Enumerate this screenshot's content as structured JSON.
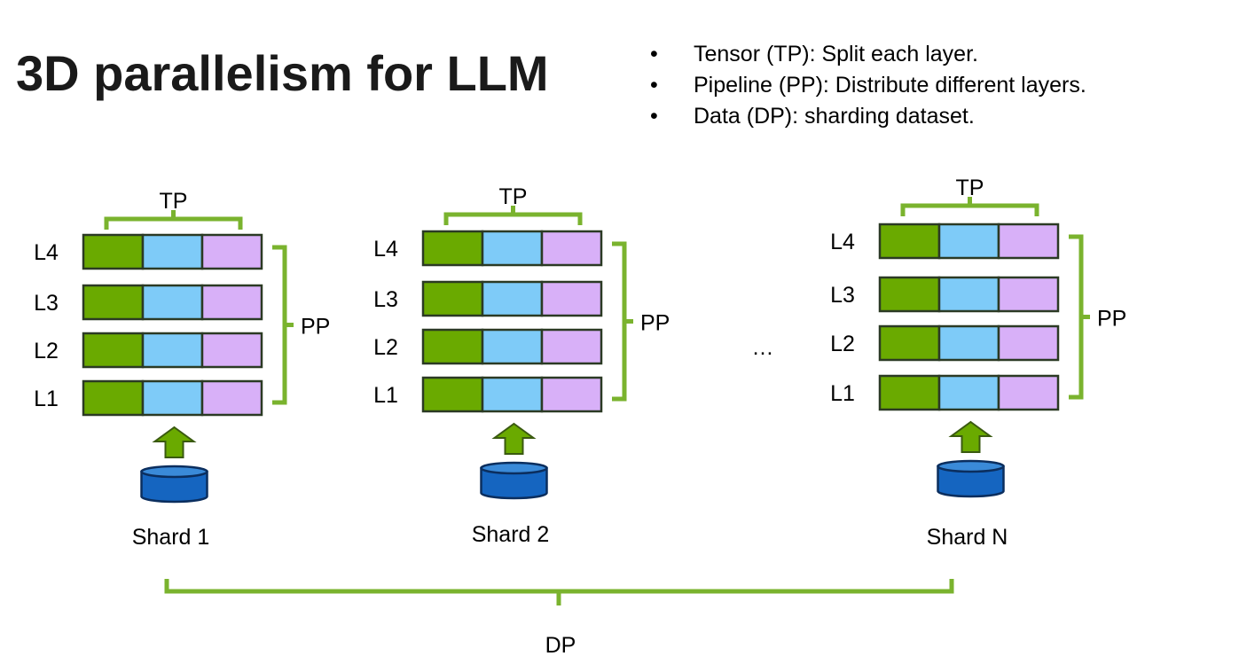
{
  "slide": {
    "title": "3D parallelism for LLM",
    "bullets": [
      "Tensor (TP): Split each layer.",
      "Pipeline (PP): Distribute different layers.",
      "Data (DP): sharding dataset."
    ]
  },
  "diagram": {
    "tp_label": "TP",
    "pp_label": "PP",
    "dp_label": "DP",
    "ellipsis": "…",
    "layers": [
      "L4",
      "L3",
      "L2",
      "L1"
    ],
    "shards": [
      "Shard 1",
      "Shard 2",
      "Shard N"
    ],
    "colors": {
      "bracket": "#7ab32e",
      "tp_green": "#6aaa00",
      "tp_blue": "#7ecbf8",
      "tp_purple": "#d8b0f8",
      "cell_border": "#2b3a24",
      "arrow": "#6aaa00",
      "arrow_border": "#3a5a10",
      "cylinder_body": "#1565c0",
      "cylinder_top": "#3a8ad8",
      "cylinder_border": "#0b2e5e"
    }
  }
}
